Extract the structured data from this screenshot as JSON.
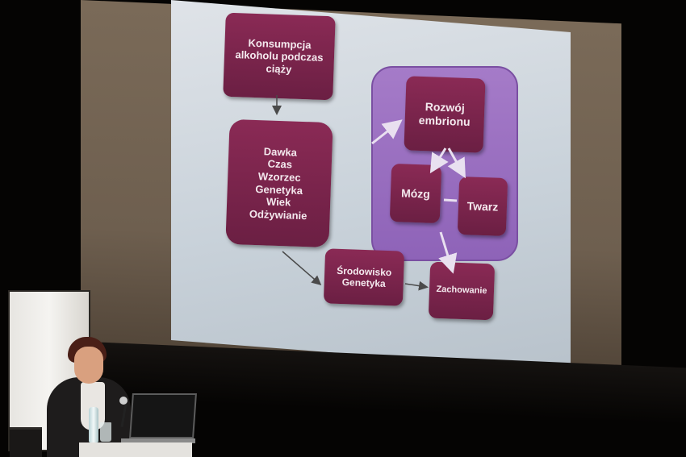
{
  "scene": {
    "description_free": true,
    "slide": {
      "nodes": {
        "consumption": [
          "Konsumpcja",
          "alkoholu podczas",
          "ciąży"
        ],
        "factors": [
          "Dawka",
          "Czas",
          "Wzorzec",
          "Genetyka",
          "Wiek",
          "Odżywianie"
        ],
        "embryo": [
          "Rozwój",
          "embrionu"
        ],
        "brain": [
          "Mózg"
        ],
        "face": [
          "Twarz"
        ],
        "environment": [
          "Środowisko",
          "Genetyka"
        ],
        "behavior": [
          "Zachowanie"
        ]
      }
    }
  }
}
